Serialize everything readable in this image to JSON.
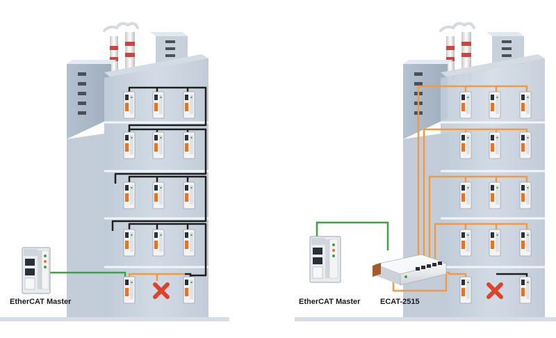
{
  "labels": {
    "left_master": "EtherCAT Master",
    "right_master": "EtherCAT Master",
    "switch": "ECAT-2515"
  },
  "colors": {
    "background": "#ffffff",
    "building_face": "#cdd7e2",
    "building_side": "#aab7c6",
    "building_top": "#e4eaf1",
    "floor_line": "#f2f5f8",
    "window": "#4b4f57",
    "chimney_red": "#c8473f",
    "cable_black": "#1f1f1f",
    "cable_orange": "#f39a3e",
    "cable_green": "#3aa144",
    "fault_red": "#d9442b",
    "module_body": "#f4f4f4",
    "module_accent": "#e2742b"
  },
  "icons": {
    "fault": "red-x-icon",
    "device": "io-module-icon",
    "master": "plc-controller-icon",
    "switch": "ethercat-switch-icon"
  }
}
